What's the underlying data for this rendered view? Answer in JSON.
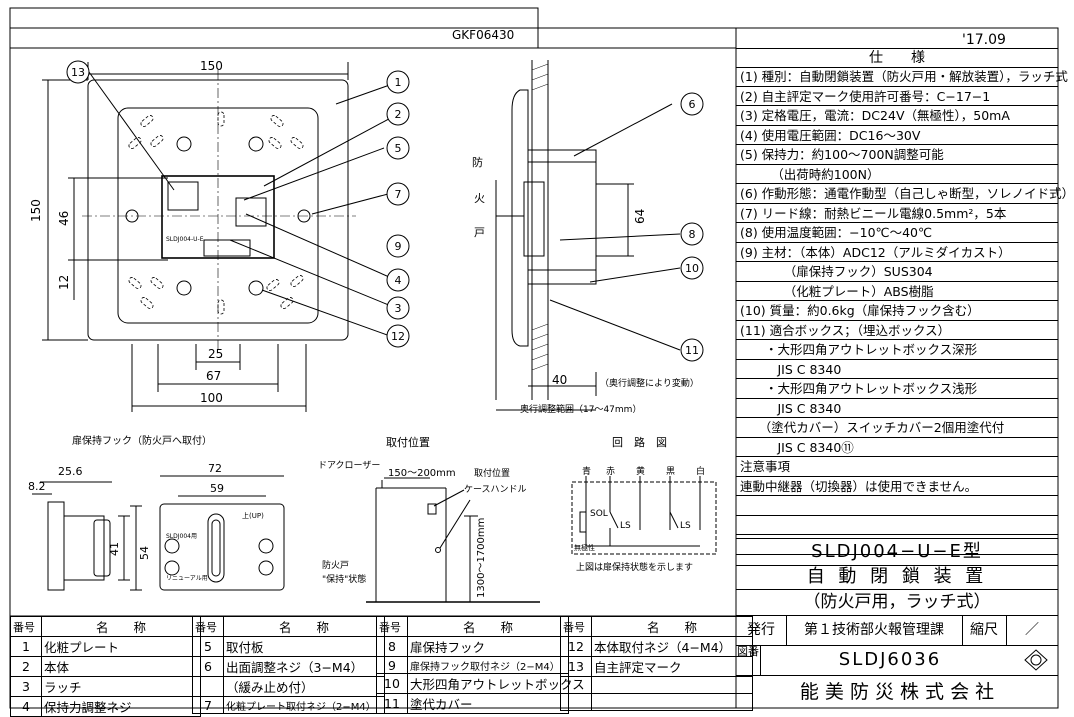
{
  "header": {
    "drawing_code": "GKF06430",
    "date": "'17.09"
  },
  "spec": {
    "title": "仕　　様",
    "rows": [
      "(1) 種別：自動閉鎖装置（防火戸用・解放装置），ラッチ式",
      "(2) 自主評定マーク使用許可番号：C−17−1",
      "(3) 定格電圧，電流：DC24V（無極性），50mA",
      "(4) 使用電圧範囲：DC16〜30V",
      "(5) 保持力：約100〜700N調整可能",
      "　　　（出荷時約100N）",
      "(6) 作動形態：通電作動型（自己しゃ断型，ソレノイド式）",
      "(7) リード線：耐熱ビニール電線0.5mm²，5本",
      "(8) 使用温度範囲：−10℃〜40℃",
      "(9) 主材：（本体）ADC12（アルミダイカスト）",
      "　　　　（扉保持フック）SUS304",
      "　　　　（化粧プレート）ABS樹脂",
      "(10) 質量：約0.6kg（扉保持フック含む）",
      "(11) 適合ボックス；（埋込ボックス）",
      "　　・大形四角アウトレットボックス深形",
      "　　　JIS C 8340",
      "　　・大形四角アウトレットボックス浅形",
      "　　　JIS C 8340",
      "　　（塗代カバー）スイッチカバー2個用塗代付",
      "　　　JIS C 8340⑪",
      "注意事項",
      "連動中継器（切換器）は使用できません。",
      "",
      "",
      ""
    ]
  },
  "title_block": {
    "model": "SLDJ004−U−E型",
    "name": "自 動 閉 鎖 装 置",
    "subtitle": "（防火戸用，ラッチ式）",
    "issue_label": "発行",
    "issuer": "第１技術部火報管理課",
    "scale_label": "縮尺",
    "scale_value": "／",
    "drawing_no_label": "図番",
    "drawing_no": "SLDJ6036",
    "company": "能 美 防 災 株 式 会 社"
  },
  "parts_table": {
    "header_no": "番号",
    "header_name": "名　　称",
    "cols": [
      [
        [
          "1",
          "化粧プレート"
        ],
        [
          "2",
          "本体"
        ],
        [
          "3",
          "ラッチ"
        ],
        [
          "4",
          "保持力調整ネジ"
        ]
      ],
      [
        [
          "5",
          "取付板"
        ],
        [
          "6",
          "出面調整ネジ（3−M4）"
        ],
        [
          "",
          "（緩み止め付）"
        ],
        [
          "7",
          "化粧プレート取付ネジ（2−M4）"
        ]
      ],
      [
        [
          "8",
          "扉保持フック"
        ],
        [
          "9",
          "扉保持フック取付ネジ（2−M4）"
        ],
        [
          "10",
          "大形四角アウトレットボックス"
        ],
        [
          "11",
          "塗代カバー"
        ]
      ],
      [
        [
          "12",
          "本体取付ネジ（4−M4）"
        ],
        [
          "13",
          "自主評定マーク"
        ],
        [
          "",
          ""
        ],
        [
          "",
          ""
        ]
      ]
    ]
  },
  "front_view": {
    "dim_150_top": "150",
    "dim_150_left": "150",
    "dim_46": "46",
    "dim_12": "12",
    "dim_25": "25",
    "dim_67": "67",
    "dim_100": "100",
    "label_plate": "SLDJ004-U-E",
    "callouts": [
      "13",
      "1",
      "2",
      "5",
      "7",
      "9",
      "4",
      "3",
      "12"
    ]
  },
  "side_view": {
    "fire_door": [
      "防",
      "火",
      "戸"
    ],
    "dim_64": "64",
    "dim_40": "40",
    "depth_note": "（奥行調整により変動）",
    "depth_range": "奥行調整範囲（17〜47mm）",
    "callouts": [
      "6",
      "8",
      "10",
      "11"
    ]
  },
  "hook_view": {
    "title": "扉保持フック（防火戸へ取付）",
    "dim_256": "25.6",
    "dim_82": "8.2",
    "dim_41": "41",
    "dim_54": "54",
    "dim_72": "72",
    "dim_59": "59",
    "label_up": "上(UP)",
    "label_model": "SLDJ004用",
    "label_renewal": "リニューアル用"
  },
  "mount_view": {
    "title": "取付位置",
    "door_closer": "ドアクローザー",
    "dim_range": "150〜200mm",
    "mount_pos": "取付位置",
    "case_handle": "ケースハンドル",
    "dim_height": "1300〜1700mm",
    "door_state": [
      "防火戸",
      "\"保持\"状態"
    ]
  },
  "circuit_view": {
    "title": "回　路　図",
    "wires": [
      "青",
      "赤",
      "黄",
      "黒",
      "白"
    ],
    "sol": "SOL",
    "ls1": "LS",
    "ls2": "LS",
    "no_polarity": "無極性",
    "caption": "上図は扉保持状態を示します"
  }
}
